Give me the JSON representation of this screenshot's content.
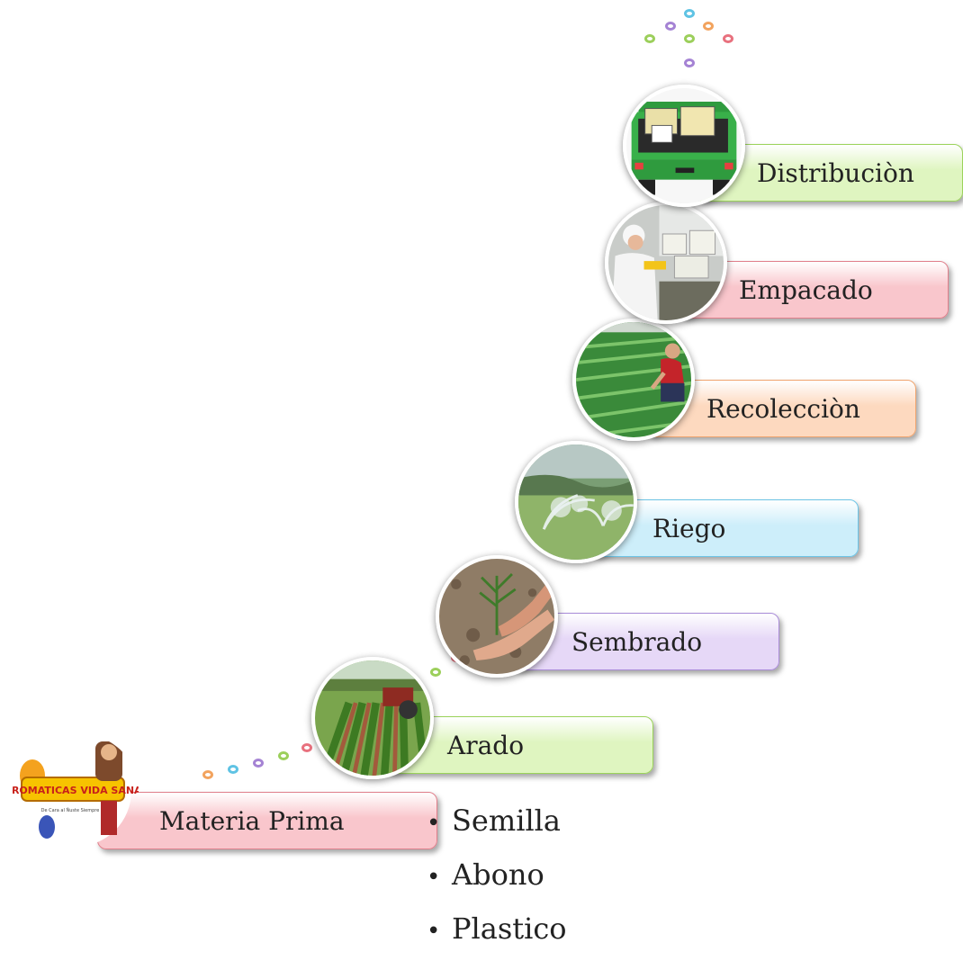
{
  "steps": [
    {
      "label": "Materia Prima",
      "fill": "#f9c6cc",
      "border": "#e07f8b"
    },
    {
      "label": "Arado",
      "fill": "#dff5c0",
      "border": "#9bd35a"
    },
    {
      "label": "Sembrado",
      "fill": "#e6d8f7",
      "border": "#a98bd8"
    },
    {
      "label": "Riego",
      "fill": "#cdeefa",
      "border": "#6cc4e6"
    },
    {
      "label": "Recolecciòn",
      "fill": "#fdd9bf",
      "border": "#f0a46e"
    },
    {
      "label": "Empacado",
      "fill": "#f9c6cc",
      "border": "#e07f8b"
    },
    {
      "label": "Distribuciòn",
      "fill": "#dff5c0",
      "border": "#9bd35a"
    }
  ],
  "materials": [
    "Semilla",
    "Abono",
    "Plastico"
  ],
  "bullet_char": "•",
  "logo": {
    "text": "AROMATICAS VIDA SANA",
    "icon": "company-logo"
  },
  "images": {
    "arado": "tractor-plowing-icon",
    "sembrado": "hands-planting-icon",
    "riego": "sprinkler-irrigation-icon",
    "recoleccion": "worker-harvesting-icon",
    "empacado": "worker-packing-icon",
    "distribucion": "delivery-truck-icon"
  },
  "dot_colors": [
    "#f2a35e",
    "#5fc3e4",
    "#a583d4",
    "#9ccf5b",
    "#e8717e"
  ]
}
